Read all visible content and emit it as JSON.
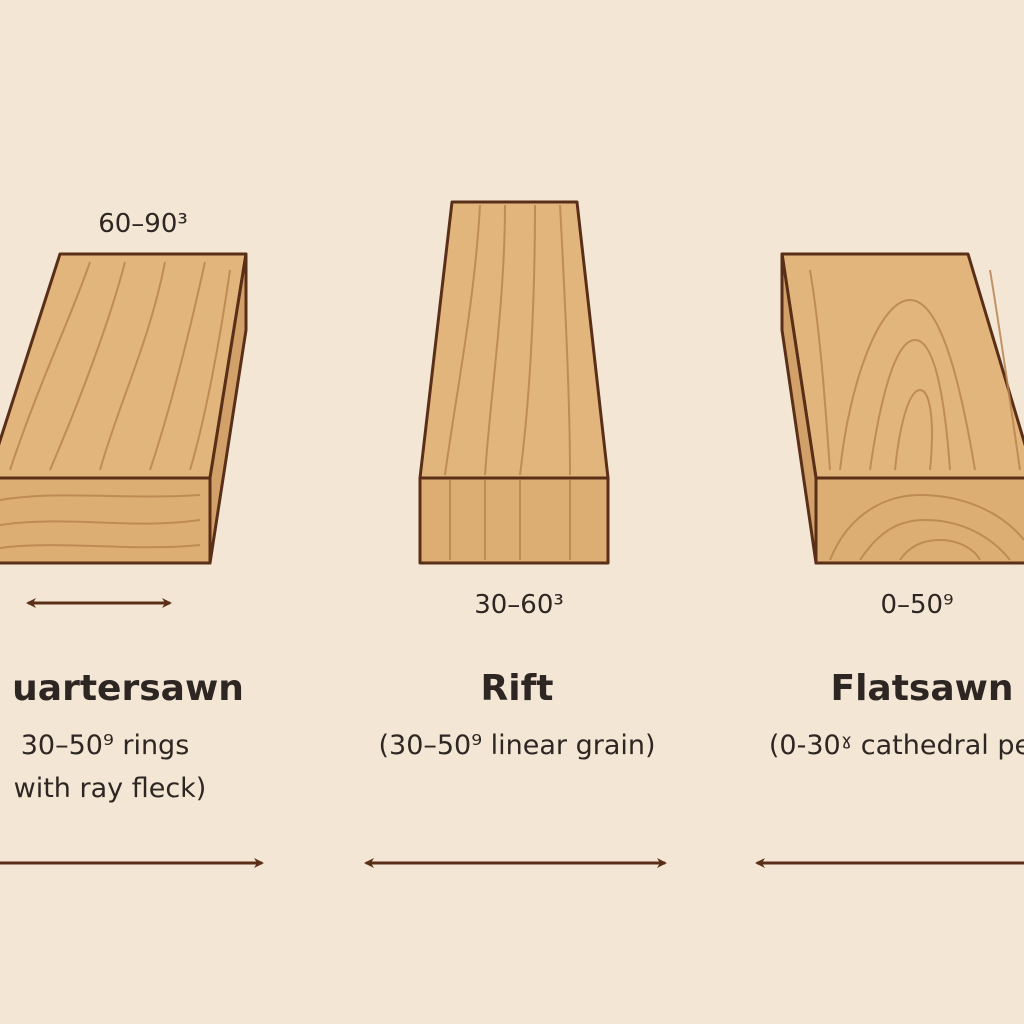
{
  "colors": {
    "background": "#f3e6d4",
    "wood": "#e2b57c",
    "outline": "#5a2f18",
    "grain": "#b98450",
    "arrow": "#5a2f18"
  },
  "quartersawn": {
    "angle": "60–90³",
    "title": "uartersawn",
    "sub1": "30–50⁹ rings",
    "sub2": "with ray fleck)"
  },
  "rift": {
    "angle": "30–60³",
    "title": "Rift",
    "sub1": "(30–50⁹ linear grain)"
  },
  "flatsawn": {
    "angle": "0–50⁹",
    "title": "Flatsawn",
    "sub1": "(0-30ˠ cathedral pe"
  }
}
